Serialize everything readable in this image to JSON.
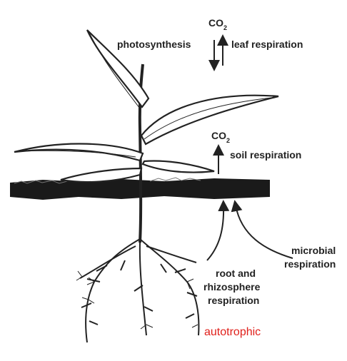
{
  "diagram": {
    "top_gas": {
      "base": "CO",
      "subscript": "2"
    },
    "photosynthesis": "photosynthesis",
    "leaf_respiration": "leaf respiration",
    "soil_gas": {
      "base": "CO",
      "subscript": "2"
    },
    "soil_respiration": "soil respiration",
    "microbial_line1": "microbial",
    "microbial_line2": "respiration",
    "root_line1": "root and",
    "root_line2": "rhizosphere",
    "root_line3": "respiration",
    "autotrophic": "autotrophic",
    "colors": {
      "ink": "#222222",
      "soil": "#1a1a1a",
      "highlight": "#e0201b",
      "background": "#ffffff"
    }
  }
}
